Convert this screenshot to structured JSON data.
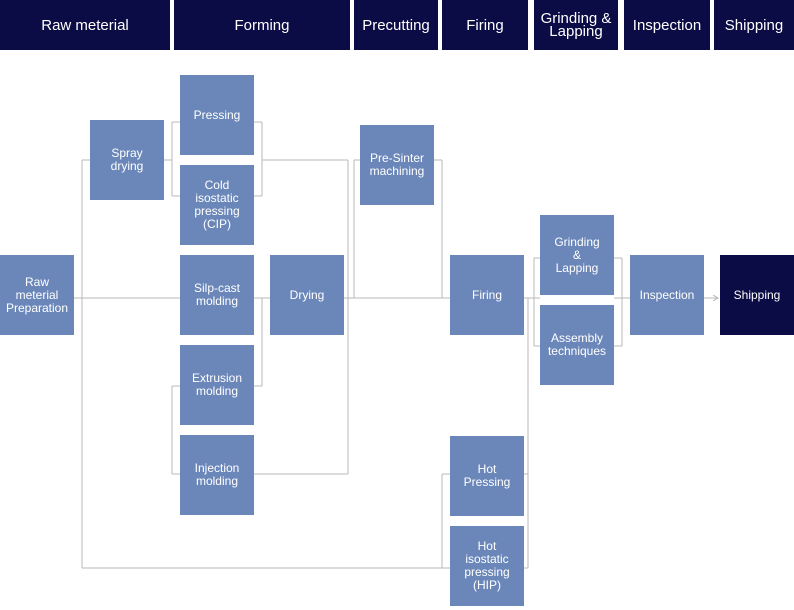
{
  "header": {
    "raw": "Raw meterial",
    "forming": "Forming",
    "precutting": "Precutting",
    "firing": "Firing",
    "grinding": "Grinding &\nLapping",
    "inspection": "Inspection",
    "shipping": "Shipping"
  },
  "nodes": {
    "raw_prep": "Raw\nmeterial\nPreparation",
    "spray_drying": "Spray\ndrying",
    "pressing": "Pressing",
    "cip": "Cold\nisostatic\npressing\n(CIP)",
    "slip_cast": "Silp-cast\nmolding",
    "extrusion": "Extrusion\nmolding",
    "injection": "Injection\nmolding",
    "drying": "Drying",
    "pre_sinter": "Pre-Sinter\nmachining",
    "firing": "Firing",
    "hot_pressing": "Hot\nPressing",
    "hip": "Hot\nisostatic\npressing\n(HIP)",
    "grinding": "Grinding\n&\nLapping",
    "assembly": "Assembly\ntechniques",
    "inspection": "Inspection",
    "shipping": "Shipping"
  }
}
